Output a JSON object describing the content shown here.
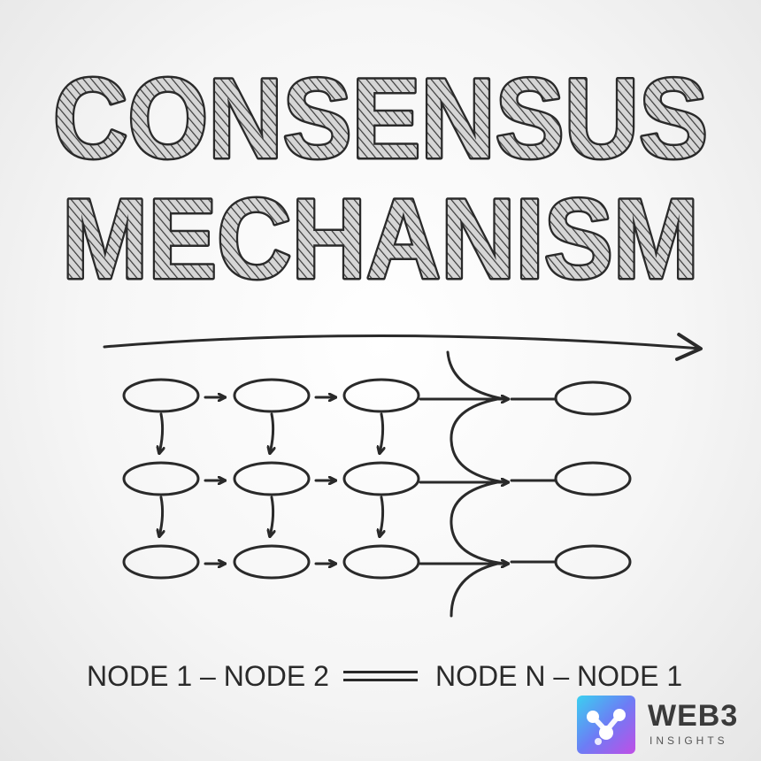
{
  "title": {
    "line1": "CONSENSUS",
    "line2": "MECHANISM"
  },
  "diagram": {
    "node_shape": "ellipse",
    "grid": {
      "rows": 3,
      "columns": 3
    },
    "output_nodes": 3
  },
  "caption": {
    "left": "NODE 1 – NODE 2",
    "right": "NODE N – NODE 1"
  },
  "brand": {
    "name": "WEB3",
    "tagline": "INSIGHTS",
    "logo_icon": "network-nodes-icon"
  },
  "colors": {
    "ink": "#2a2a2a",
    "logo_gradient_start": "#3ad0f0",
    "logo_gradient_end": "#c04ee6"
  }
}
